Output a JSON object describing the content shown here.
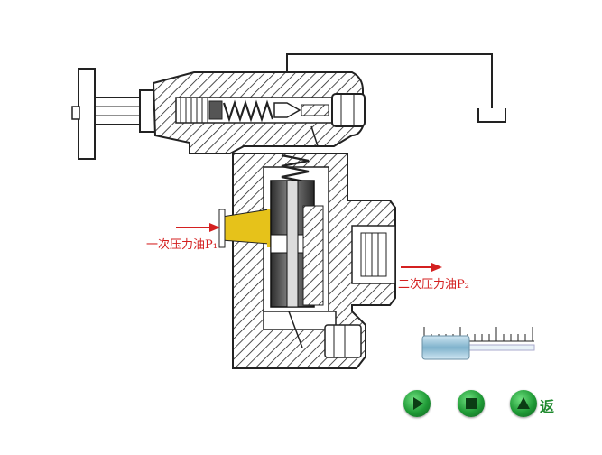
{
  "labels": {
    "inlet": "一次压力油P₁",
    "outlet": "二次压力油P₂"
  },
  "controls": {
    "play_icon": "play-icon",
    "stop_icon": "stop-icon",
    "up_icon": "triangle-up-icon",
    "back_label": "返"
  },
  "colors": {
    "hatch": "#222222",
    "oil": "#e6c21a",
    "arrow": "#d42020",
    "button": "#1f9a36",
    "gauge_body": "#9fc6da"
  }
}
